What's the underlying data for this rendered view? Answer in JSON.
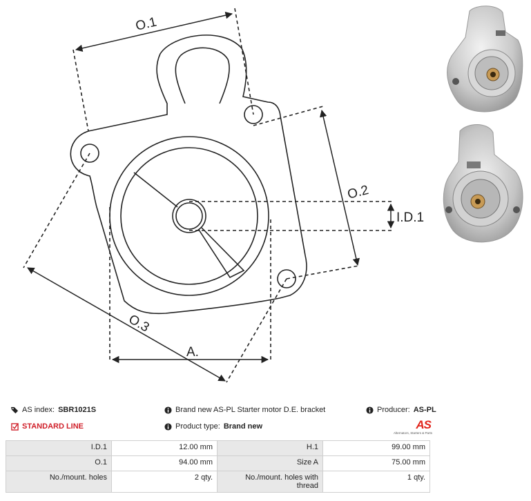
{
  "diagram": {
    "labels": {
      "o1": "O.1",
      "o2": "O.2",
      "o3": "O.3",
      "id1": "I.D.1",
      "a": "A."
    }
  },
  "photos": [
    {
      "name": "bracket-photo-top"
    },
    {
      "name": "bracket-photo-bottom"
    }
  ],
  "info": {
    "as_index_label": "AS index:",
    "as_index_value": "SBR1021S",
    "line_label": "STANDARD LINE",
    "description": "Brand new AS-PL Starter motor D.E. bracket",
    "product_type_label": "Product type:",
    "product_type_value": "Brand new",
    "producer_label": "Producer:",
    "producer_value": "AS-PL",
    "logo_text": "AS",
    "logo_tagline": "Alternators, Starters & Parts"
  },
  "colors": {
    "accent_red": "#d0202a",
    "logo_red": "#e1251b",
    "table_label_bg": "#e8e8e8"
  },
  "specs": {
    "rows": [
      {
        "l1": "I.D.1",
        "v1": "12.00 mm",
        "l2": "H.1",
        "v2": "99.00 mm"
      },
      {
        "l1": "O.1",
        "v1": "94.00 mm",
        "l2": "Size A",
        "v2": "75.00 mm"
      },
      {
        "l1": "No./mount. holes",
        "v1": "2 qty.",
        "l2": "No./mount. holes with thread",
        "v2": "1 qty."
      }
    ]
  }
}
